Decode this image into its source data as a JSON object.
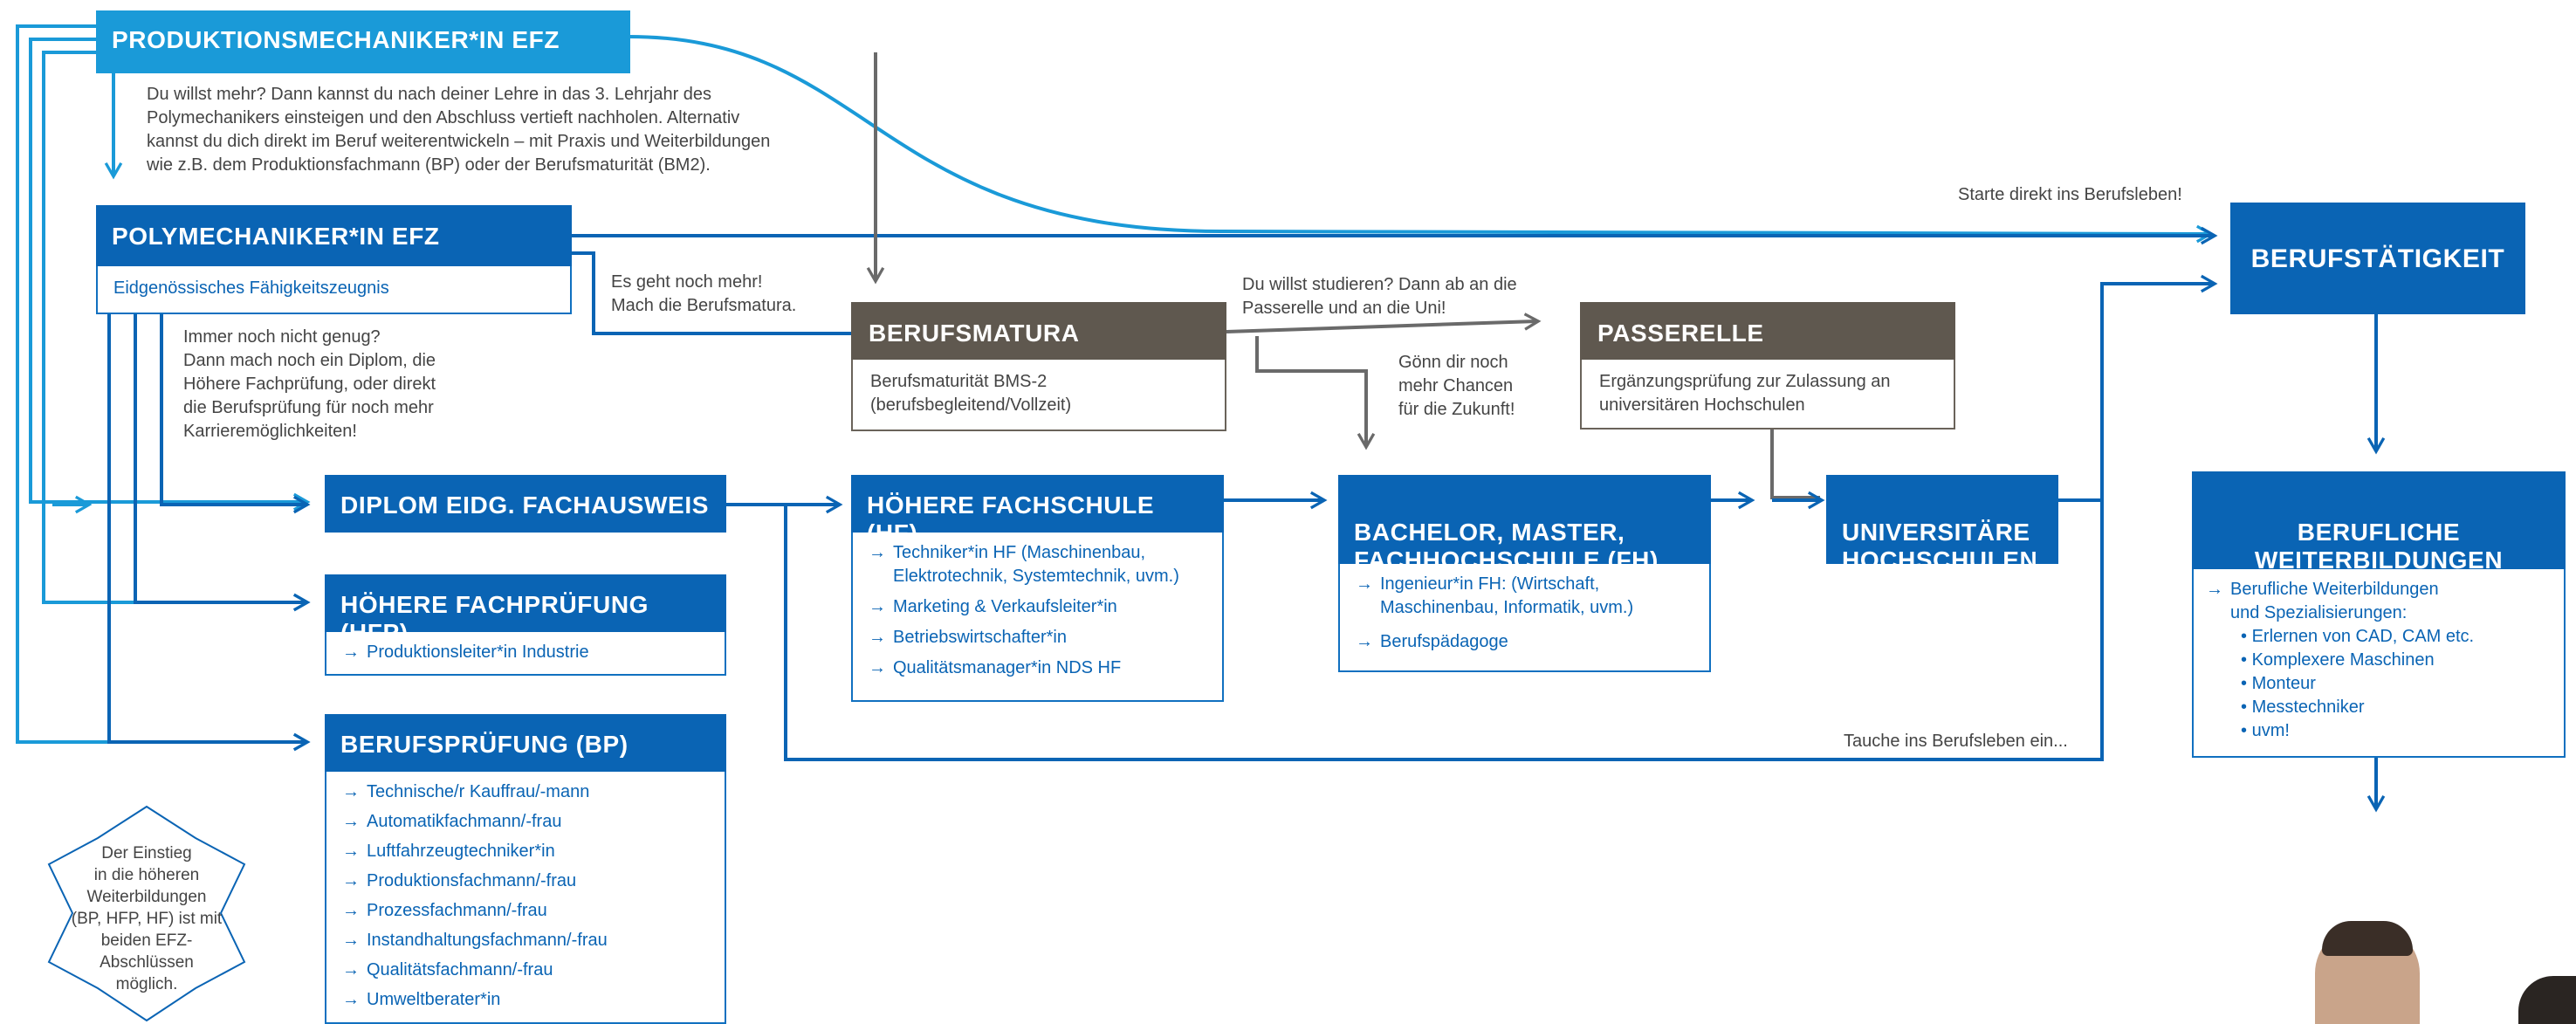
{
  "efz_prod": {
    "title": "PRODUKTIONSMECHANIKER*IN EFZ"
  },
  "efz_prod_note": "Du willst mehr? Dann kannst du nach deiner Lehre in das 3. Lehrjahr des\nPolymechanikers einsteigen und den Abschluss vertieft nachholen. Alternativ\nkannst du dich direkt im Beruf weiterentwickeln – mit Praxis und Weiterbildungen\nwie z.B. dem Produktionsfachmann (BP) oder der Berufsmaturität (BM2).",
  "efz_poly": {
    "title": "POLYMECHANIKER*IN EFZ",
    "sub": "Eidgenössisches Fähigkeitszeugnis"
  },
  "notes": {
    "more": "Es geht noch mehr!\nMach die Berufsmatura.",
    "diplom": "Immer noch nicht genug?\nDann mach noch ein Diplom, die\nHöhere Fachprüfung, oder direkt\ndie Berufsprüfung für noch mehr\nKarrieremöglichkeiten!",
    "studieren": "Du willst studieren? Dann ab an die\nPasserelle und an die Uni!",
    "chancen": "Gönn dir noch\nmehr Chancen\nfür die Zukunft!",
    "starte": "Starte direkt ins Berufsleben!",
    "tauche": "Tauche ins Berufsleben ein...",
    "einstieg": "Der Einstieg\nin die höheren\nWeiterbildungen\n(BP, HFP, HF) ist mit\nbeiden EFZ-\nAbschlüssen\nmöglich."
  },
  "bm": {
    "title": "BERUFSMATURA",
    "body": "Berufsmaturität BMS-2\n(berufsbegleitend/Vollzeit)"
  },
  "passerelle": {
    "title": "PASSERELLE",
    "body": "Ergänzungsprüfung zur Zulassung an\nuniversitären Hochschulen"
  },
  "beruf": {
    "title": "BERUFSTÄTIGKEIT"
  },
  "weiter": {
    "title": "BERUFLICHE\nWEITERBILDUNGEN",
    "intro": "Berufliche Weiterbildungen\nund Spezialisierungen:",
    "items": [
      "Erlernen von CAD, CAM etc.",
      "Komplexere Maschinen",
      "Monteur",
      "Messtechniker",
      "uvm!"
    ]
  },
  "diplom": {
    "title": "DIPLOM EIDG. FACHAUSWEIS"
  },
  "hfp": {
    "title": "HÖHERE FACHPRÜFUNG (HFP)",
    "items": [
      "Produktionsleiter*in Industrie"
    ]
  },
  "bp": {
    "title": "BERUFSPRÜFUNG (BP)",
    "items": [
      "Technische/r Kauffrau/-mann",
      "Automatikfachmann/-frau",
      "Luftfahrzeugtechniker*in",
      "Produktionsfachmann/-frau",
      "Prozessfachmann/-frau",
      "Instandhaltungsfachmann/-frau",
      "Qualitätsfachmann/-frau",
      "Umweltberater*in"
    ]
  },
  "hf": {
    "title": "HÖHERE FACHSCHULE (HF)",
    "items": [
      "Techniker*in HF (Maschinenbau,\nElektrotechnik, Systemtechnik, uvm.)",
      "Marketing & Verkaufsleiter*in",
      "Betriebswirtschafter*in",
      "Qualitätsmanager*in NDS HF"
    ]
  },
  "fh": {
    "title": "BACHELOR, MASTER,\nFACHHOCHSCHULE (FH)",
    "items": [
      "Ingenieur*in FH: (Wirtschaft,\nMaschinenbau, Informatik, uvm.)",
      "Berufspädagoge"
    ]
  },
  "uni": {
    "title": "UNIVERSITÄRE\nHOCHSCHULEN"
  },
  "arrow_glyph": "→",
  "bullet_glyph": "•",
  "colors": {
    "blue": "#0a64b4",
    "light_blue": "#1a9ad8",
    "brown": "#5f584f",
    "gray_line": "#6a6a6a"
  }
}
